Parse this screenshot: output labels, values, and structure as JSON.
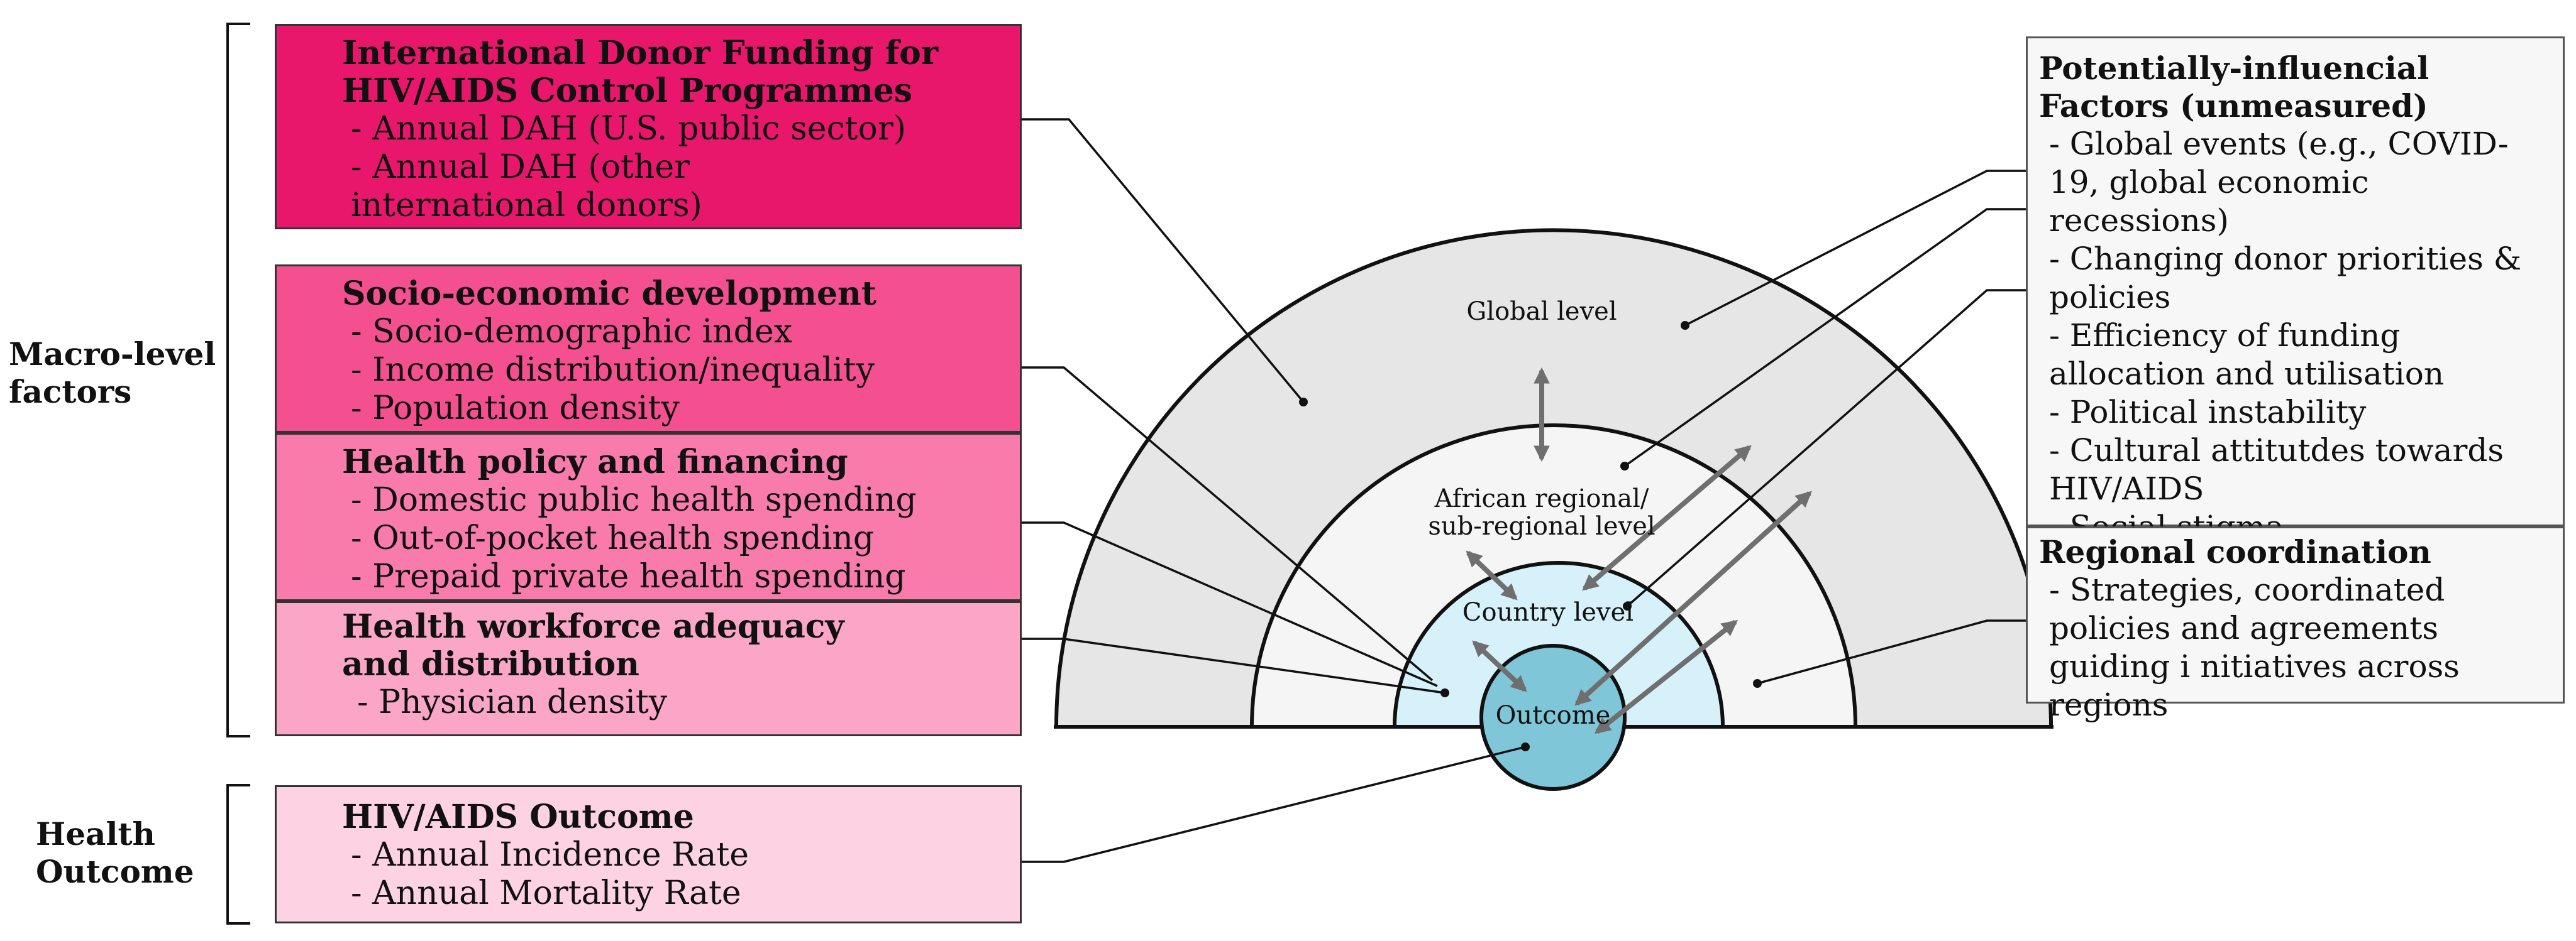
{
  "groups": {
    "macro": "Macro-level factors",
    "health": "Health Outcome"
  },
  "boxes": [
    {
      "title": "International Donor Funding for HIV/AIDS Control Programmes",
      "items": [
        "- Annual DAH (U.S. public sector)",
        "- Annual DAH (other international donors)"
      ],
      "color": "#e8176b"
    },
    {
      "title": "Socio-economic development",
      "items": [
        "- Socio-demographic index",
        "- Income distribution/inequality",
        "- Population density"
      ],
      "color": "#f4508f"
    },
    {
      "title": "Health policy and financing",
      "items": [
        "- Domestic public health spending",
        "- Out-of-pocket health spending",
        "- Prepaid private health spending"
      ],
      "color": "#f87bab"
    },
    {
      "title": "Health workforce adequacy and distribution",
      "items": [
        "- Physician density"
      ],
      "color": "#fba6c7"
    },
    {
      "title": "HIV/AIDS Outcome",
      "items": [
        "- Annual Incidence Rate",
        "- Annual Mortality Rate"
      ],
      "color": "#fdd3e3"
    }
  ],
  "right_boxes": [
    {
      "title": "Potentially-influencial Factors (unmeasured)",
      "items": [
        "- Global events (e.g., COVID-19, global economic recessions)",
        "- Changing donor priorities & policies",
        "- Efficiency of funding allocation and utilisation",
        "- Political instability",
        "- Cultural attitutdes towards HIV/AIDS",
        "- Social stigma"
      ]
    },
    {
      "title": "Regional coordination",
      "items": [
        "- Strategies, coordinated policies and agreements guiding i nitiatives across regions"
      ]
    }
  ],
  "levels": {
    "global": "Global level",
    "regional": "African regional/ sub-regional level",
    "country": "Country level",
    "outcome": "Outcome"
  },
  "colors": {
    "global_ring": "#e6e6e6",
    "regional_ring": "#f5f5f5",
    "country_ring": "#d6f1fa",
    "outcome_circle": "#7fc6d8",
    "arrow": "#6f6f6f",
    "line": "#111111"
  }
}
